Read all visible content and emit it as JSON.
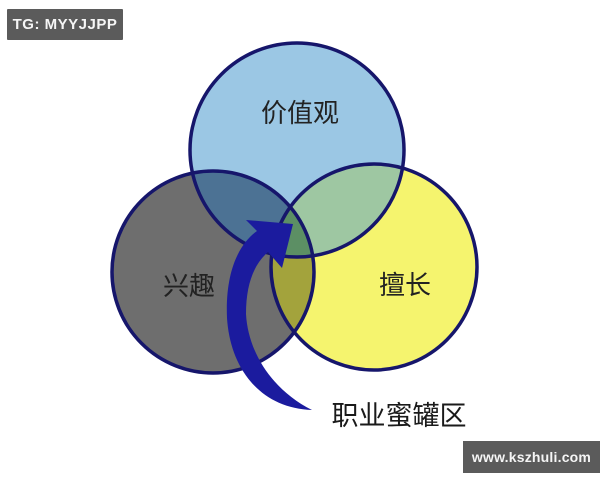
{
  "watermarks": {
    "top_left": "TG: MYYJJPP",
    "bottom_right": "www.kszhuli.com"
  },
  "diagram": {
    "type": "venn-3-circle",
    "circles": [
      {
        "id": "values",
        "label": "价值观",
        "position": "top",
        "fill": "#9bc7e4"
      },
      {
        "id": "interest",
        "label": "兴趣",
        "position": "bottom-left",
        "fill": "#6e6e6e"
      },
      {
        "id": "strengths",
        "label": "擅长",
        "position": "bottom-right",
        "fill": "#f5f46e"
      }
    ],
    "overlap_colors": {
      "values_interest": "#4c7294",
      "values_strengths": "#9ec7a2",
      "interest_strengths": "#a3a33c",
      "center": "#5c8f64"
    },
    "outline_color": "#16166b",
    "annotation": {
      "label": "职业蜜罐区",
      "arrow_color": "#1b1b9e",
      "points_to": "center-overlap"
    }
  }
}
